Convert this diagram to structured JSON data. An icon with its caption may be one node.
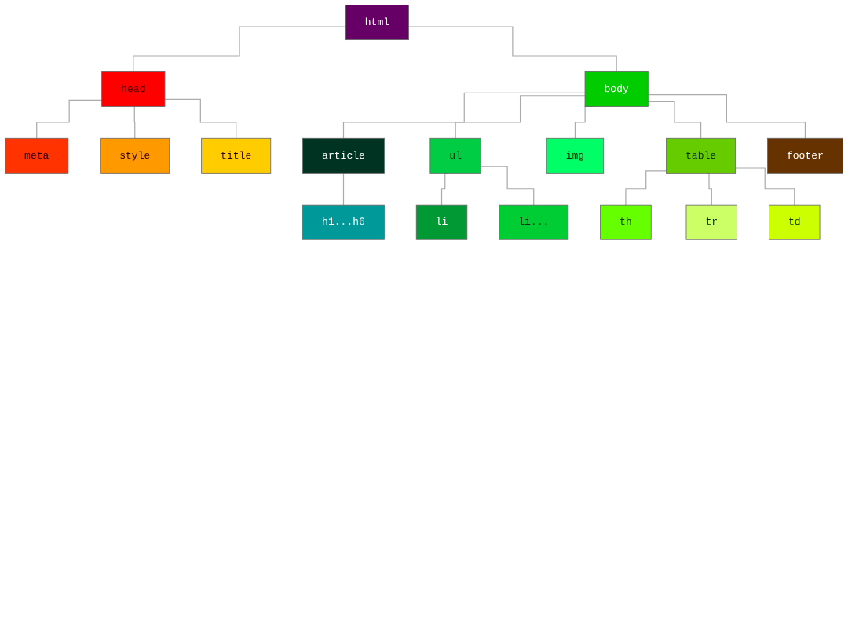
{
  "diagram": {
    "nodes": [
      {
        "text": [
          "html"
        ]
      },
      {
        "text": [
          "head"
        ]
      },
      {
        "text": [
          "body"
        ]
      },
      {
        "text": [
          "meta"
        ]
      },
      {
        "text": [
          "style"
        ]
      },
      {
        "text": [
          "title"
        ]
      },
      {
        "text": [
          "article"
        ]
      },
      {
        "text": [
          "ul"
        ]
      },
      {
        "text": [
          "img"
        ]
      },
      {
        "text": [
          "table"
        ]
      },
      {
        "text": [
          "footer"
        ]
      },
      {
        "text": [
          "h1...h6"
        ]
      },
      {
        "text": [
          "li"
        ]
      },
      {
        "text": [
          "li..."
        ]
      },
      {
        "text": [
          "th"
        ]
      },
      {
        "text": [
          "tr"
        ]
      },
      {
        "text": [
          "td"
        ]
      }
    ],
    "edges": [
      {
        "from": 0,
        "to": 1,
        "arrow": "none"
      },
      {
        "from": 0,
        "to": 2,
        "arrow": "none"
      },
      {
        "from": 1,
        "to": 3,
        "arrow": "none"
      },
      {
        "from": 1,
        "to": 4,
        "arrow": "none"
      },
      {
        "from": 1,
        "to": 5,
        "arrow": "none"
      },
      {
        "from": 2,
        "to": 6,
        "arrow": "none"
      },
      {
        "from": 2,
        "to": 7,
        "arrow": "none"
      },
      {
        "from": 2,
        "to": 8,
        "arrow": "none"
      },
      {
        "from": 2,
        "to": 9,
        "arrow": "none"
      },
      {
        "from": 2,
        "to": 10,
        "arrow": "none"
      },
      {
        "from": 6,
        "to": 11,
        "arrow": "none"
      },
      {
        "from": 7,
        "to": 12,
        "arrow": "none"
      },
      {
        "from": 7,
        "to": 13,
        "arrow": "none"
      },
      {
        "from": 9,
        "to": 14,
        "arrow": "none"
      },
      {
        "from": 9,
        "to": 15,
        "arrow": "none"
      },
      {
        "from": 9,
        "to": 16,
        "arrow": "none"
      }
    ]
  }
}
